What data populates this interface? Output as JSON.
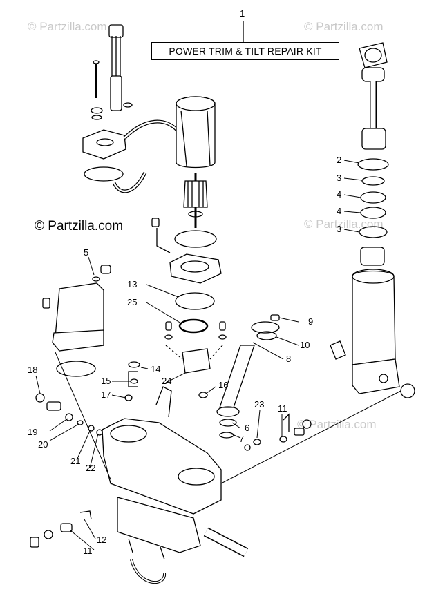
{
  "diagram": {
    "kit_label": "POWER TRIM & TILT REPAIR KIT",
    "watermark_text": "© Partzilla.com",
    "callouts": [
      {
        "id": "c1",
        "label": "1"
      },
      {
        "id": "c2",
        "label": "2"
      },
      {
        "id": "c3a",
        "label": "3"
      },
      {
        "id": "c4a",
        "label": "4"
      },
      {
        "id": "c4b",
        "label": "4"
      },
      {
        "id": "c3b",
        "label": "3"
      },
      {
        "id": "c5",
        "label": "5"
      },
      {
        "id": "c13",
        "label": "13"
      },
      {
        "id": "c25",
        "label": "25"
      },
      {
        "id": "c9",
        "label": "9"
      },
      {
        "id": "c10",
        "label": "10"
      },
      {
        "id": "c8",
        "label": "8"
      },
      {
        "id": "c18",
        "label": "18"
      },
      {
        "id": "c14",
        "label": "14"
      },
      {
        "id": "c15",
        "label": "15"
      },
      {
        "id": "c24",
        "label": "24"
      },
      {
        "id": "c16",
        "label": "16"
      },
      {
        "id": "c17",
        "label": "17"
      },
      {
        "id": "c23",
        "label": "23"
      },
      {
        "id": "c11a",
        "label": "11"
      },
      {
        "id": "c6",
        "label": "6"
      },
      {
        "id": "c7",
        "label": "7"
      },
      {
        "id": "c19",
        "label": "19"
      },
      {
        "id": "c20",
        "label": "20"
      },
      {
        "id": "c21",
        "label": "21"
      },
      {
        "id": "c22",
        "label": "22"
      },
      {
        "id": "c12",
        "label": "12"
      },
      {
        "id": "c11b",
        "label": "11"
      }
    ]
  }
}
